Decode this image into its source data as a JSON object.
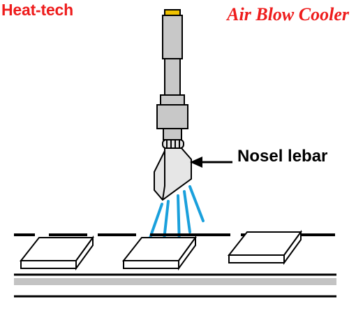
{
  "header": {
    "brand": "Heat-tech",
    "title": "Air Blow Cooler"
  },
  "callout": {
    "label": "Nosel lebar"
  },
  "colors": {
    "brand_text": "#ee1c1c",
    "title_text": "#ee1c1c",
    "nozzle_body": "#c8c8c8",
    "nozzle_tip": "#f0c200",
    "air_stream": "#1aa0dc",
    "conveyor_belt": "#c3c3c3"
  },
  "workpieces": {
    "count": 3
  }
}
